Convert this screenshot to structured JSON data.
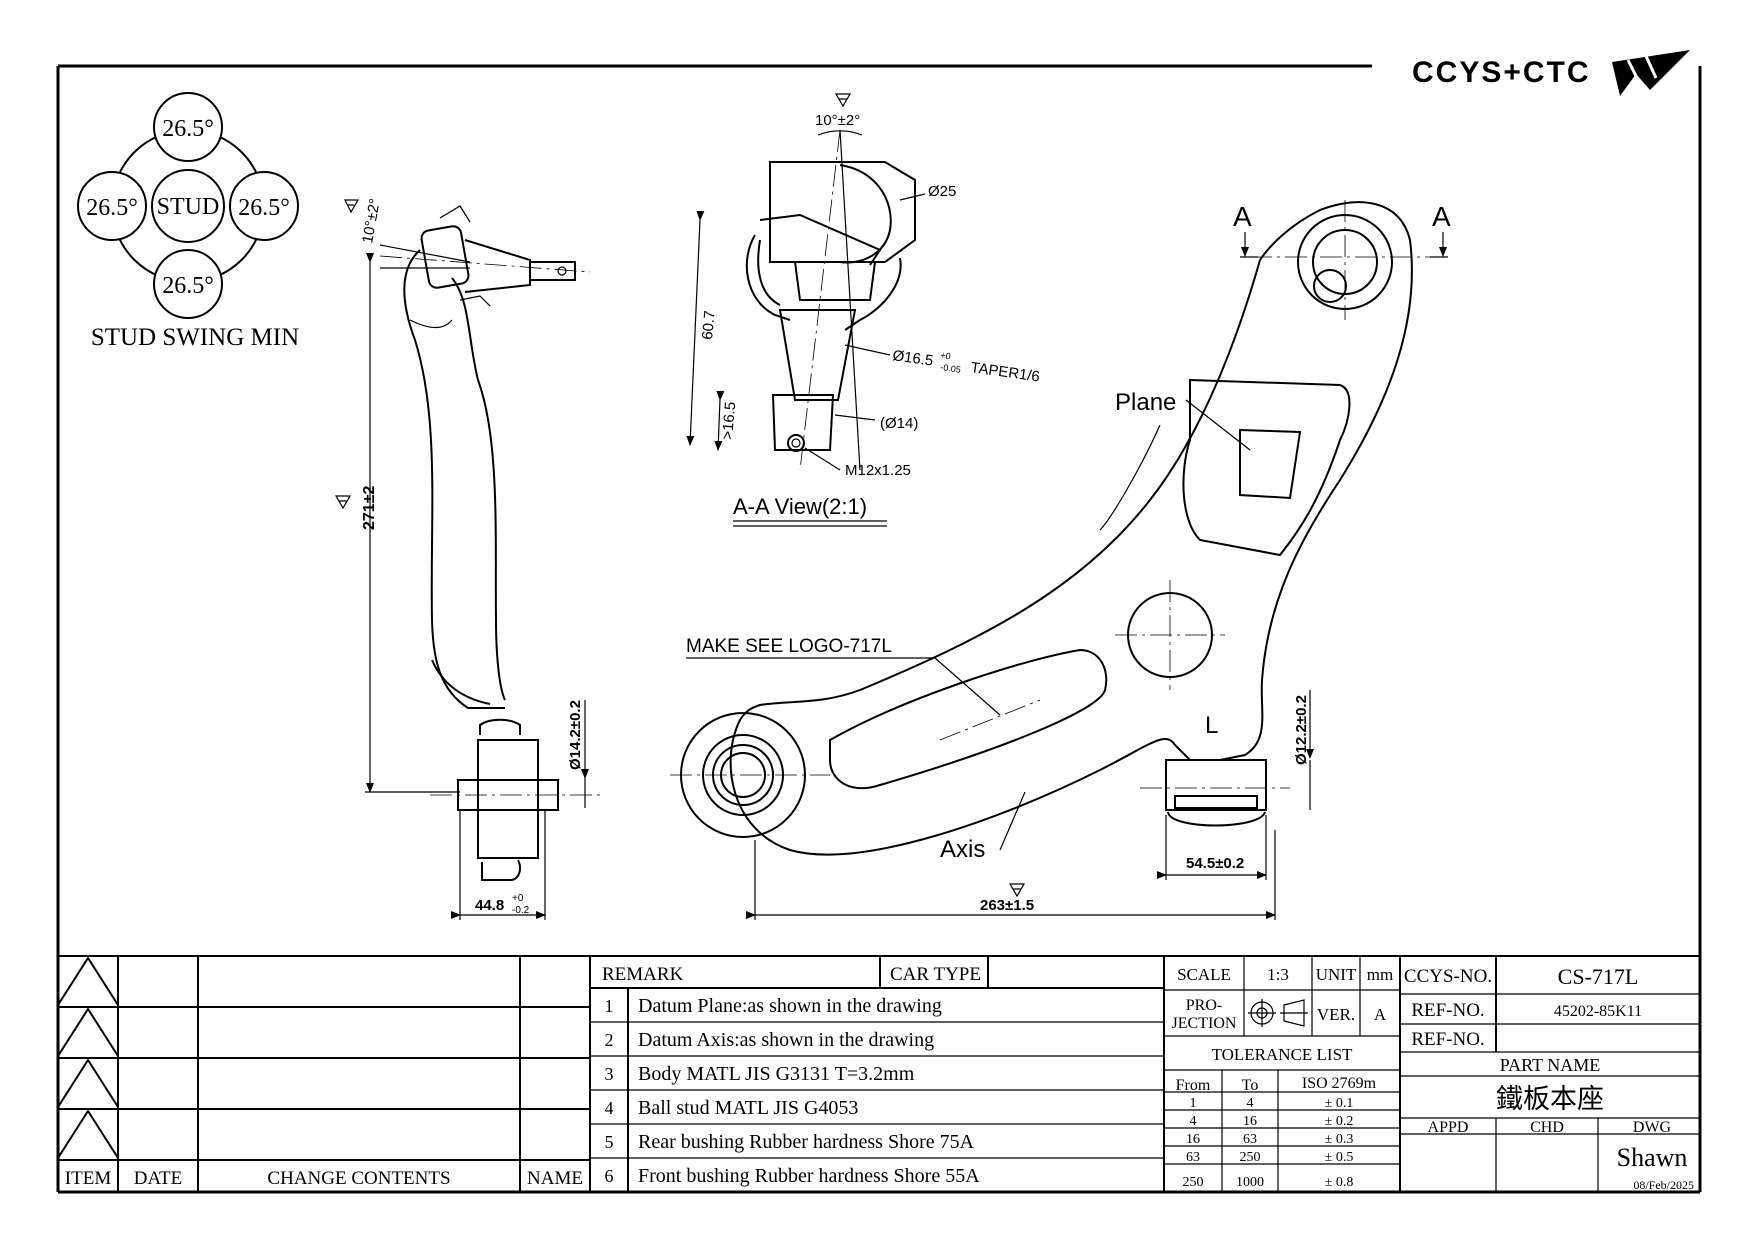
{
  "logo": {
    "text": "CCYS+CTC"
  },
  "swing": {
    "center_label": "STUD",
    "angles": [
      "26.5°",
      "26.5°",
      "26.5°",
      "26.5°"
    ],
    "caption": "STUD SWING MIN"
  },
  "side_view": {
    "angle": "10°±2°",
    "height": "271±2",
    "bushing_dia": "Ø14.2±0.2",
    "bushing_width": "44.8",
    "bushing_width_tol_upper": "+0",
    "bushing_width_tol_lower": "-0.2"
  },
  "aa_view": {
    "angle": "10°±2°",
    "ball_dia": "Ø25",
    "length": "60.7",
    "taper_dia": "Ø16.5",
    "taper_tol_upper": "+0",
    "taper_tol_lower": "-0.05",
    "taper_text": "TAPER1/6",
    "thread_len": ">16.5",
    "shank_dia": "(Ø14)",
    "thread": "M12x1.25",
    "title": "A-A View(2:1)"
  },
  "plan_view": {
    "section_a": "A",
    "plane_label": "Plane",
    "logo_note": "MAKE SEE LOGO-717L",
    "side_mark": "L",
    "axis_label": "Axis",
    "rear_dia": "Ø12.2±0.2",
    "rear_width": "54.5±0.2",
    "span": "263±1.5"
  },
  "revision_table": {
    "headers": [
      "ITEM",
      "DATE",
      "CHANGE CONTENTS",
      "NAME"
    ]
  },
  "remarks": {
    "header": "REMARK",
    "car_type_label": "CAR TYPE",
    "car_type_value": "",
    "rows": [
      {
        "no": "1",
        "text": "Datum Plane:as shown in the drawing"
      },
      {
        "no": "2",
        "text": "Datum Axis:as shown in the drawing"
      },
      {
        "no": "3",
        "text": "Body MATL JIS G3131 T=3.2mm"
      },
      {
        "no": "4",
        "text": "Ball stud MATL JIS G4053"
      },
      {
        "no": "5",
        "text": "Rear bushing Rubber hardness Shore 75A"
      },
      {
        "no": "6",
        "text": "Front bushing Rubber hardness Shore 55A"
      }
    ]
  },
  "title_block": {
    "scale_label": "SCALE",
    "scale_value": "1:3",
    "unit_label": "UNIT",
    "unit_value": "mm",
    "projection_label_1": "PRO-",
    "projection_label_2": "JECTION",
    "ver_label": "VER.",
    "ver_value": "A",
    "tolerance_title": "TOLERANCE LIST",
    "tolerance_headers": [
      "From",
      "To",
      "ISO 2769m"
    ],
    "tolerance_rows": [
      [
        "1",
        "4",
        "± 0.1"
      ],
      [
        "4",
        "16",
        "± 0.2"
      ],
      [
        "16",
        "63",
        "± 0.3"
      ],
      [
        "63",
        "250",
        "± 0.5"
      ],
      [
        "250",
        "1000",
        "± 0.8"
      ]
    ],
    "ccys_no_label": "CCYS-NO.",
    "ccys_no_value": "CS-717L",
    "ref_no_label": "REF-NO.",
    "ref_no_value": "45202-85K11",
    "ref_no2_label": "REF-NO.",
    "ref_no2_value": "",
    "part_name_label": "PART NAME",
    "part_name_value": "鐵板本座",
    "appd_label": "APPD",
    "chd_label": "CHD",
    "dwg_label": "DWG",
    "dwg_value": "Shawn",
    "date_value": "08/Feb/2025"
  }
}
